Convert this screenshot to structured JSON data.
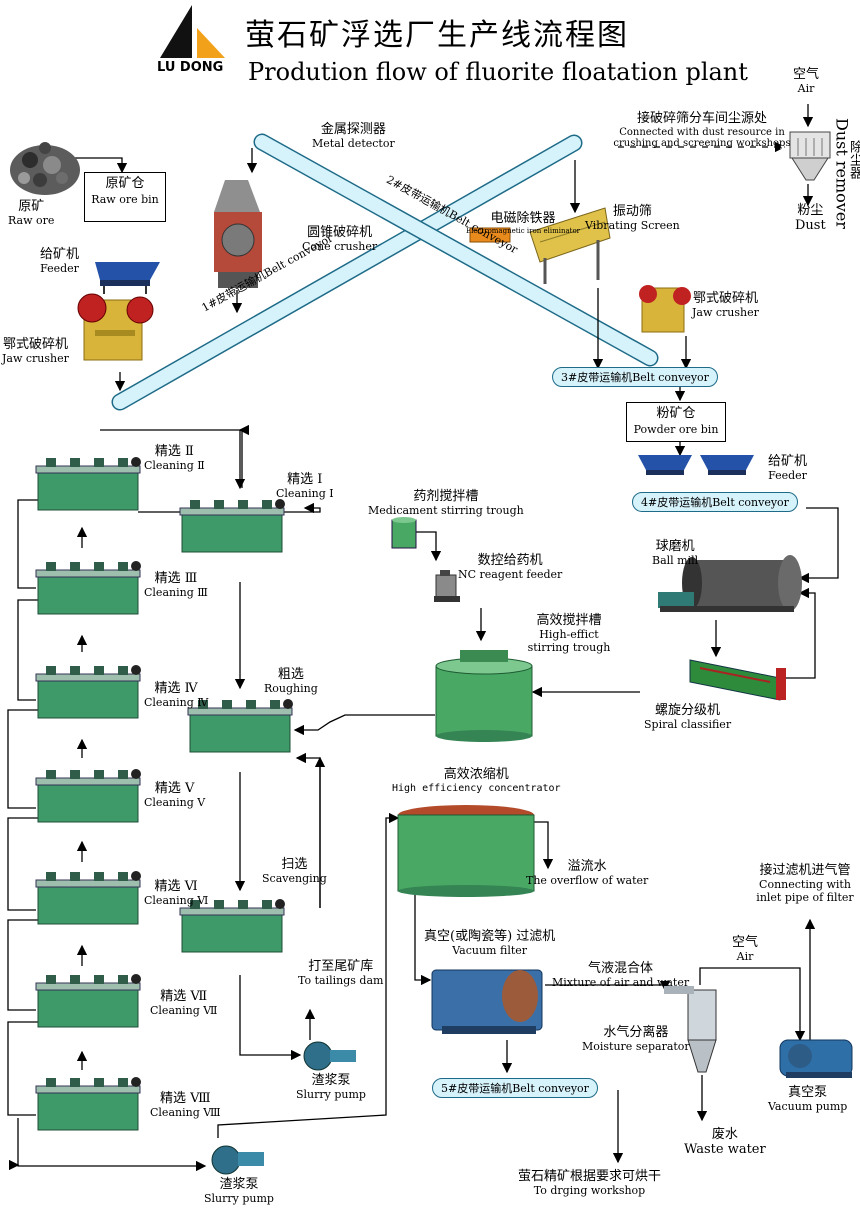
{
  "header": {
    "title_zh": "萤石矿浮选厂生产线流程图",
    "title_en": "Prodution flow of fluorite floatation plant",
    "brand": "LU DONG"
  },
  "equipment": {
    "raw_ore": {
      "zh": "原矿",
      "en": "Raw ore"
    },
    "raw_ore_bin": {
      "zh": "原矿仓",
      "en": "Raw ore bin"
    },
    "feeder1": {
      "zh": "给矿机",
      "en": "Feeder"
    },
    "jaw1": {
      "zh": "鄂式破碎机",
      "en": "Jaw crusher"
    },
    "metal_detector": {
      "zh": "金属探测器",
      "en": "Metal detector"
    },
    "cone_crusher": {
      "zh": "圆锥破碎机",
      "en": "Cone crusher"
    },
    "magnet": {
      "zh": "电磁除铁器",
      "en": "Electromagnetic iron eliminator"
    },
    "screen": {
      "zh": "振动筛",
      "en": "Vibrating  Screen"
    },
    "jaw2": {
      "zh": "鄂式破碎机",
      "en": "Jaw crusher"
    },
    "dust_source": {
      "zh": "接破碎筛分车间尘源处",
      "en": "Connected with dust resource in crushing and screening workshops"
    },
    "air_top": {
      "zh": "空气",
      "en": "Air"
    },
    "dust_remover": {
      "zh": "除尘器",
      "en": "Dust remover"
    },
    "dust": {
      "zh": "粉尘",
      "en": "Dust"
    },
    "powder_bin": {
      "zh": "粉矿仓",
      "en": "Powder ore bin"
    },
    "feeder2": {
      "zh": "给矿机",
      "en": "Feeder"
    },
    "ball_mill": {
      "zh": "球磨机",
      "en": "Ball  mill"
    },
    "spiral": {
      "zh": "螺旋分级机",
      "en": "Spiral classifier"
    },
    "med_trough": {
      "zh": "药剂搅拌槽",
      "en": "Medicament stirring trough"
    },
    "nc_feeder": {
      "zh": "数控给药机",
      "en": "NC reagent feeder"
    },
    "hi_trough": {
      "zh": "高效搅拌槽",
      "en": "High-effict stirring trough"
    },
    "roughing": {
      "zh": "粗选",
      "en": "Roughing"
    },
    "scavenging": {
      "zh": "扫选",
      "en": "Scavenging"
    },
    "tailings": {
      "zh": "打至尾矿库",
      "en": "To tailings dam"
    },
    "slurry_pump1": {
      "zh": "渣浆泵",
      "en": "Slurry pump"
    },
    "slurry_pump2": {
      "zh": "渣浆泵",
      "en": "Slurry pump"
    },
    "concentrator": {
      "zh": "高效浓缩机",
      "en": "High efficiency concentrator"
    },
    "overflow": {
      "zh": "溢流水",
      "en": "The overflow of water"
    },
    "vacuum_filter": {
      "zh": "真空(或陶瓷等) 过滤机",
      "en": "Vacuum filter"
    },
    "mixture": {
      "zh": "气液混合体",
      "en": "Mixture of air and water"
    },
    "moisture_sep": {
      "zh": "水气分离器",
      "en": "Moisture separator"
    },
    "air_bottom": {
      "zh": "空气",
      "en": "Air"
    },
    "inlet_pipe": {
      "zh": "接过滤机进气管",
      "en": "Connecting with inlet pipe of filter"
    },
    "vacuum_pump": {
      "zh": "真空泵",
      "en": "Vacuum pump"
    },
    "waste_water": {
      "zh": "废水",
      "en": "Waste water"
    },
    "drying": {
      "zh": "萤石精矿根据要求可烘干",
      "en": "To drging workshop"
    }
  },
  "cleaning": [
    {
      "zh": "精选 Ⅰ",
      "en": "Cleaning Ⅰ"
    },
    {
      "zh": "精选 Ⅱ",
      "en": "Cleaning Ⅱ"
    },
    {
      "zh": "精选 Ⅲ",
      "en": "Cleaning Ⅲ"
    },
    {
      "zh": "精选 Ⅳ",
      "en": "Cleaning Ⅳ"
    },
    {
      "zh": "精选 Ⅴ",
      "en": "Cleaning Ⅴ"
    },
    {
      "zh": "精选 Ⅵ",
      "en": "Cleaning Ⅵ"
    },
    {
      "zh": "精选 Ⅶ",
      "en": "Cleaning Ⅶ"
    },
    {
      "zh": "精选 Ⅷ",
      "en": "Cleaning Ⅷ"
    }
  ],
  "belts": {
    "b1": "1#皮带运输机Belt conveyor",
    "b2": "2#皮带运输机Belt conveyor",
    "b3": "3#皮带运输机Belt conveyor",
    "b4": "4#皮带运输机Belt conveyor",
    "b5": "5#皮带运输机Belt conveyor"
  },
  "colors": {
    "belt_fill": "#d6f2fb",
    "belt_stroke": "#1e6b88",
    "flotation_green": "#3f9a6a",
    "tank_green": "#4aa865",
    "ore_yellow": "#d9b43a"
  }
}
